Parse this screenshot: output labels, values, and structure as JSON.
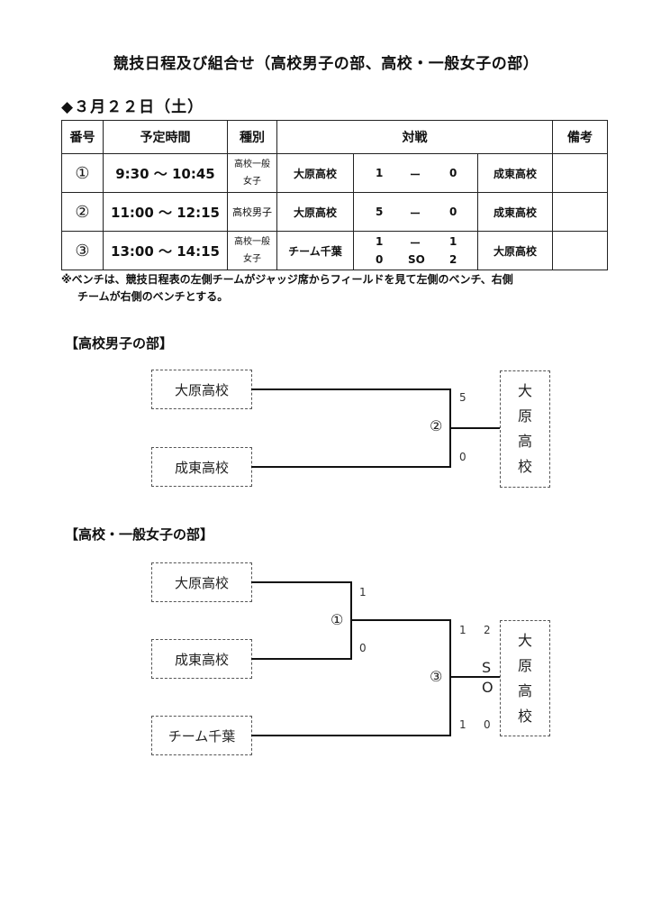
{
  "title": "競技日程及び組合せ（高校男子の部、高校・一般女子の部）",
  "date": "◆３月２２日（土）",
  "table": {
    "headers": [
      "番号",
      "予定時間",
      "種別",
      "対戦",
      "備考"
    ],
    "rows": [
      {
        "no": "①",
        "time": "9:30 ～ 10:45",
        "cat1": "高校一般",
        "cat2": "女子",
        "team1": "大原高校",
        "s1": "1",
        "dash": "ー",
        "s2": "0",
        "team2": "成東高校",
        "note": ""
      },
      {
        "no": "②",
        "time": "11:00 ～ 12:15",
        "cat1": "高校男子",
        "cat2": "",
        "team1": "大原高校",
        "s1": "5",
        "dash": "ー",
        "s2": "0",
        "team2": "成東高校",
        "note": ""
      },
      {
        "no": "③",
        "time": "13:00 ～ 14:15",
        "cat1": "高校一般",
        "cat2": "女子",
        "team1": "チーム千葉",
        "s1": "1",
        "dash": "ー",
        "s2": "1",
        "so1": "0",
        "so": "SO",
        "so2": "2",
        "team2": "大原高校",
        "note": ""
      }
    ]
  },
  "note_line1": "※ベンチは、競技日程表の左側チームがジャッジ席からフィールドを見て左側のベンチ、右側",
  "note_line2": "チームが右側のベンチとする。",
  "boys": {
    "heading": "【高校男子の部】",
    "team_top": "大原高校",
    "team_bottom": "成東高校",
    "score_top": "5",
    "score_bottom": "0",
    "match": "②",
    "winner": [
      "大",
      "原",
      "高",
      "校"
    ]
  },
  "girls": {
    "heading": "【高校・一般女子の部】",
    "team1": "大原高校",
    "team2": "成東高校",
    "team3": "チーム千葉",
    "m1_score_top": "1",
    "m1_score_bottom": "0",
    "m1": "①",
    "m3": "③",
    "final_top_a": "1",
    "final_top_b": "2",
    "so_s": "S",
    "so_o": "O",
    "final_bot_a": "1",
    "final_bot_b": "0",
    "winner": [
      "大",
      "原",
      "高",
      "校"
    ]
  }
}
